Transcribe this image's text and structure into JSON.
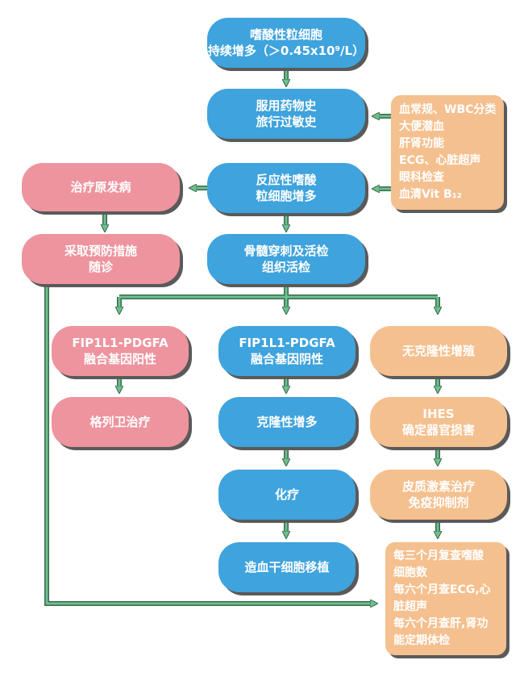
{
  "colors": {
    "blue": "#3fa3dd",
    "pink": "#ee949f",
    "orange": "#f5c08f",
    "arrow": "#6fbf8f",
    "shadow": "#5a5a5a"
  },
  "nodes": {
    "start": {
      "line1": "嗜酸性粒细胞",
      "line2": "持续增多（＞0.45x10⁹/L）"
    },
    "history": {
      "line1": "服用药物史",
      "line2": "旅行过敏史"
    },
    "tests": {
      "lines": [
        "血常规、WBC分类",
        "大便潜血",
        "肝肾功能",
        "ECG、心脏超声",
        "眼科检查",
        "血清Vit B₁₂"
      ]
    },
    "reactive": {
      "line1": "反应性嗜酸",
      "line2": "粒细胞增多"
    },
    "treat": {
      "line1": "治疗原发病"
    },
    "prevent": {
      "line1": "采取预防措施",
      "line2": "随诊"
    },
    "marrow": {
      "line1": "骨髓穿刺及活检",
      "line2": "组织活检"
    },
    "fip_pos": {
      "line1": "FIP1L1-PDGFA",
      "line2": "融合基因阳性"
    },
    "fip_neg": {
      "line1": "FIP1L1-PDGFA",
      "line2": "融合基因阴性"
    },
    "nonclonal": {
      "line1": "无克隆性增殖"
    },
    "imatinib": {
      "line1": "格列卫治疗"
    },
    "clonal": {
      "line1": "克隆性增多"
    },
    "ihes": {
      "line1": "IHES",
      "line2": "确定器官损害"
    },
    "chemo": {
      "line1": "化疗"
    },
    "steroid": {
      "line1": "皮质激素治疗",
      "line2": "免疫抑制剂"
    },
    "hsct": {
      "line1": "造血干细胞移植"
    },
    "followup": {
      "lines": [
        "每三个月复查嗜酸",
        "细胞数",
        "每六个月查ECG,心",
        "脏超声",
        "每六个月查肝,肾功",
        "能定期体检"
      ]
    }
  }
}
